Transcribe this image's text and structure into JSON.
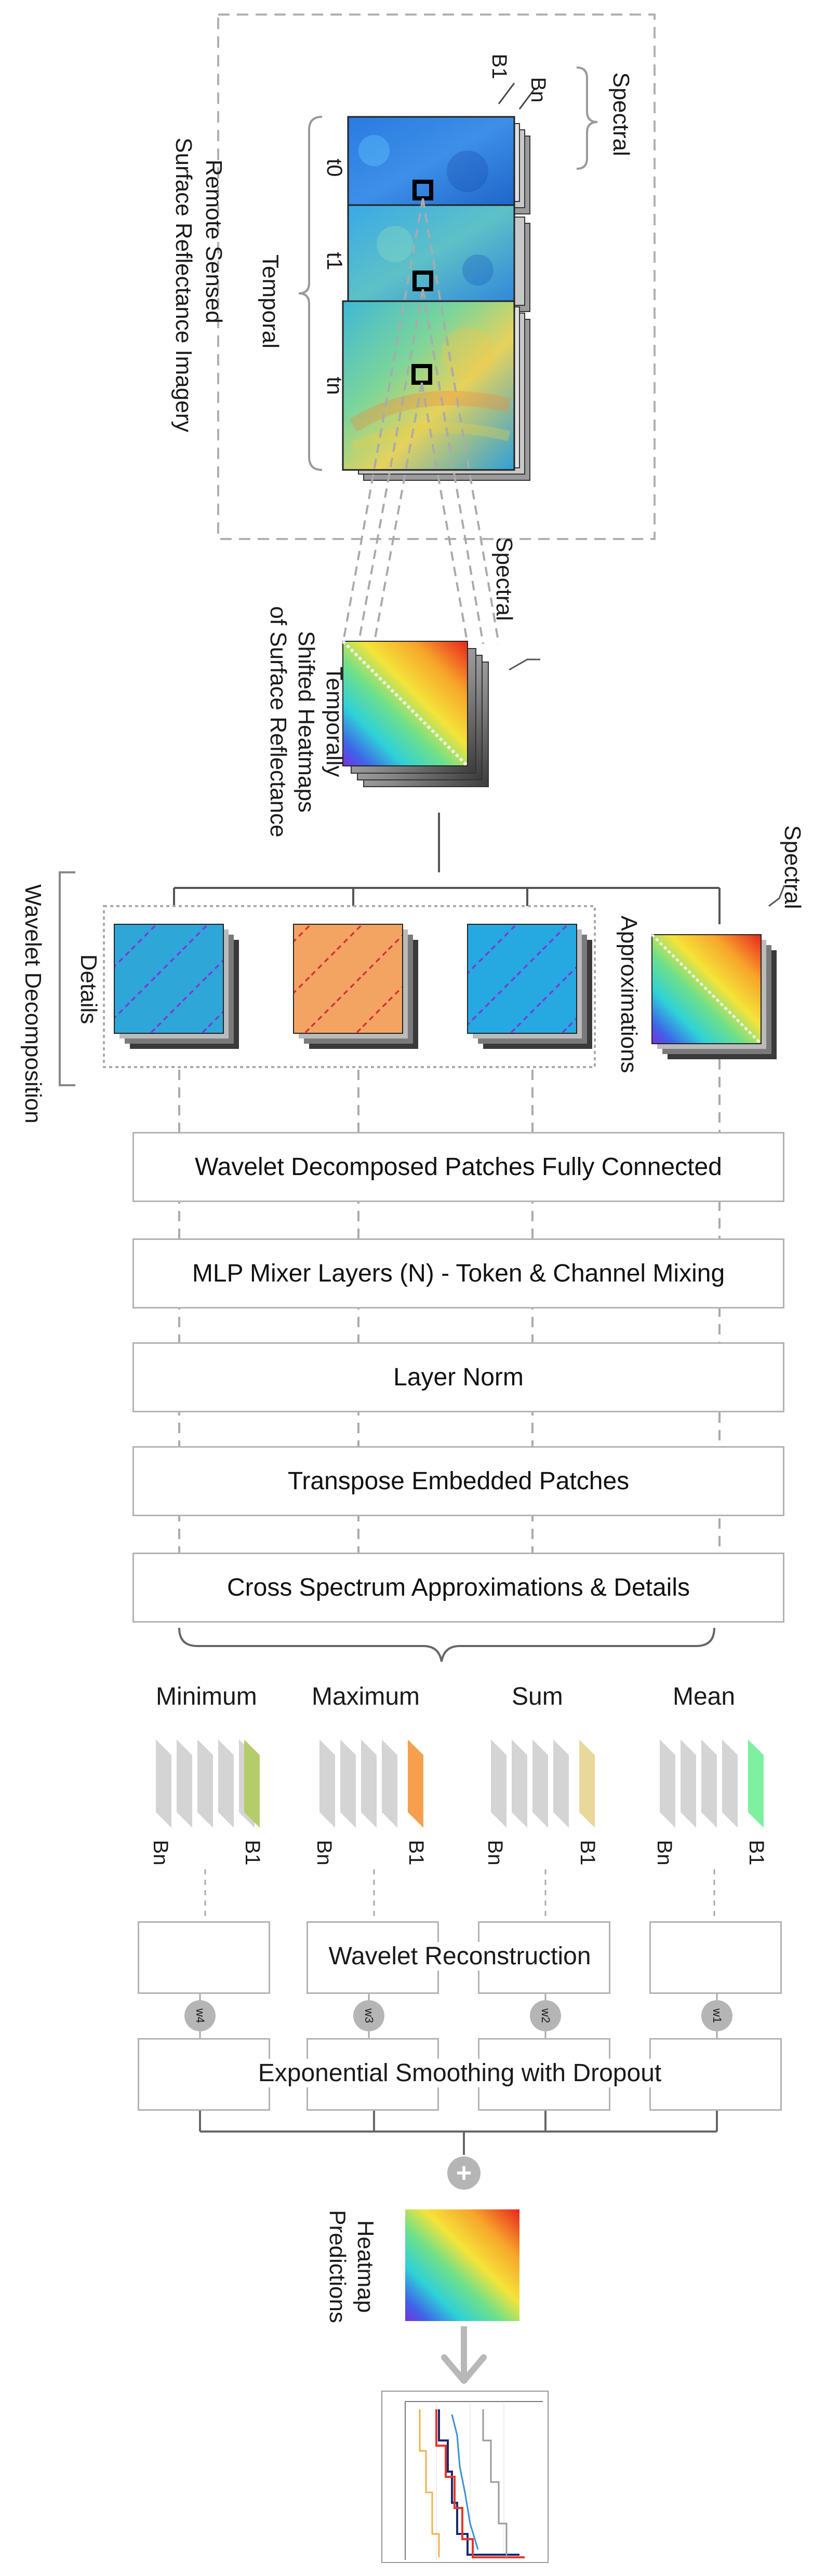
{
  "input_section": {
    "title_line1": "Remote Sensed",
    "title_line2": "Surface Reflectance Imagery",
    "temporal_label": "Temporal",
    "spectral_label": "Spectral",
    "time_labels": [
      "t0",
      "t1",
      "tn"
    ],
    "band_labels": [
      "B1",
      "Bn"
    ]
  },
  "heatmap_section": {
    "line1": "Temporally",
    "line2": "Shifted Heatmaps",
    "line3": "of Surface Reflectance",
    "spectral_label": "Spectral"
  },
  "wavelet_section": {
    "title": "Wavelet Decomposition",
    "details_label": "Details",
    "approximations_label": "Approximations",
    "spectral_label": "Spectral"
  },
  "pipeline": [
    "Wavelet Decomposed Patches Fully Connected",
    "MLP Mixer Layers (N) - Token & Channel Mixing",
    "Layer Norm",
    "Transpose Embedded Patches",
    "Cross Spectrum Approximations & Details"
  ],
  "aggregations": [
    {
      "label": "Minimum",
      "color": "#b5cc6a",
      "band_first": "Bn",
      "band_last": "B1",
      "weight": "w4"
    },
    {
      "label": "Maximum",
      "color": "#f6a04d",
      "band_first": "Bn",
      "band_last": "B1",
      "weight": "w3"
    },
    {
      "label": "Sum",
      "color": "#e8d89a",
      "band_first": "Bn",
      "band_last": "B1",
      "weight": "w2"
    },
    {
      "label": "Mean",
      "color": "#7ef0a0",
      "band_first": "Bn",
      "band_last": "B1",
      "weight": "w1"
    }
  ],
  "reconstruction_label": "Wavelet Reconstruction",
  "smoothing_label": "Exponential Smoothing with Dropout",
  "sum_symbol": "+",
  "prediction": {
    "line1": "Heatmap",
    "line2": "Predictions"
  },
  "colors": {
    "box_border": "#b3b3b3",
    "dashed": "#b0b0b0",
    "line": "#555555",
    "circle": "#b5b5b5"
  }
}
